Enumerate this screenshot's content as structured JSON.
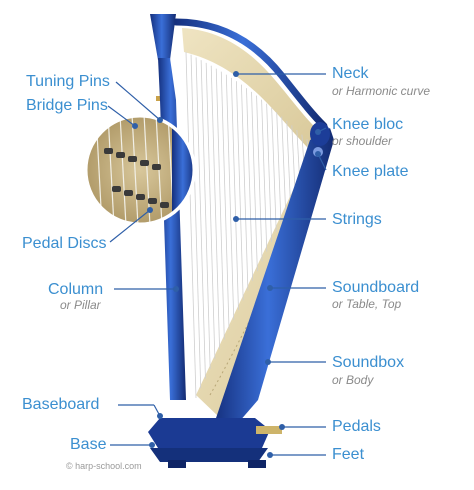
{
  "labels": {
    "tuning_pins": "Tuning Pins",
    "bridge_pins": "Bridge Pins",
    "pedal_discs": "Pedal Discs",
    "column": "Column",
    "column_sub": "or Pillar",
    "baseboard": "Baseboard",
    "base": "Base",
    "neck": "Neck",
    "neck_sub": "or Harmonic curve",
    "knee_bloc": "Knee bloc",
    "knee_bloc_sub": "or shoulder",
    "knee_plate": "Knee plate",
    "strings": "Strings",
    "soundboard": "Soundboard",
    "soundboard_sub": "or Table, Top",
    "soundbox": "Soundbox",
    "soundbox_sub": "or Body",
    "pedals": "Pedals",
    "feet": "Feet"
  },
  "copyright": "© harp-school.com",
  "colors": {
    "label_blue": "#3b8fd0",
    "subtitle_gray": "#8a8a8a",
    "harp_blue": "#1f3f9a",
    "wood": "#e8dcb5"
  }
}
